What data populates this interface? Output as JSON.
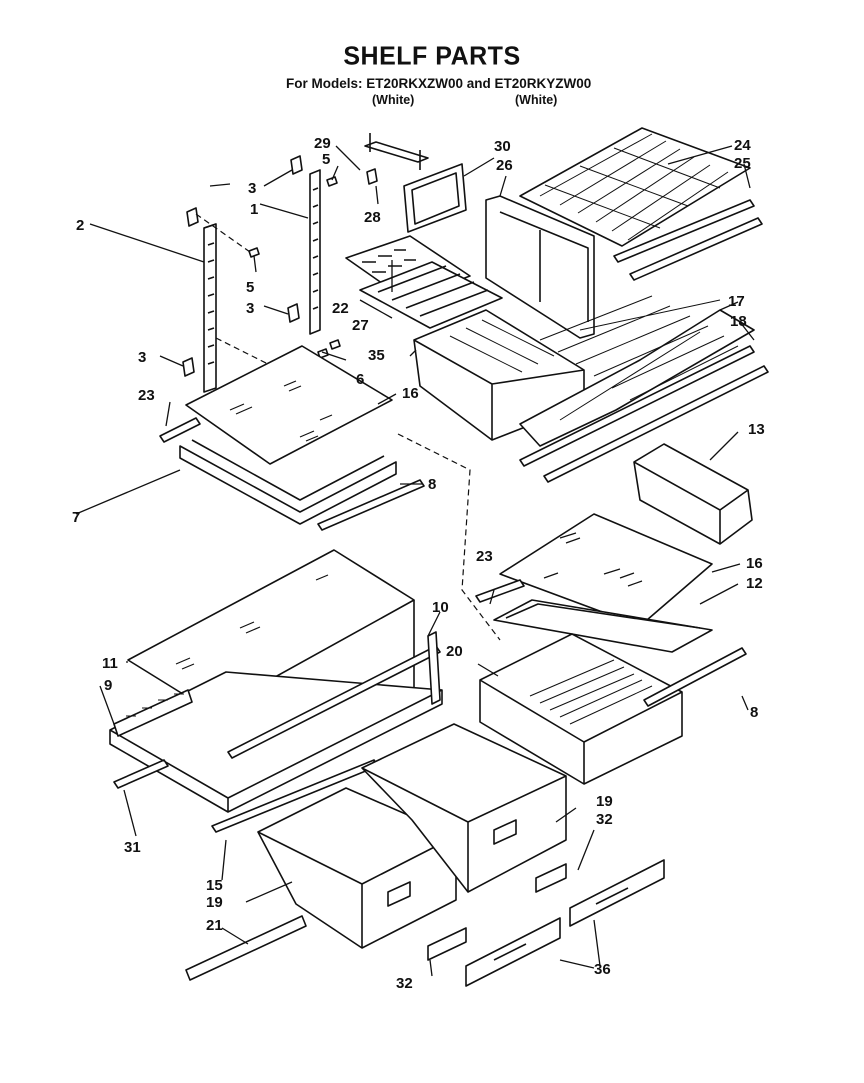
{
  "title": "SHELF PARTS",
  "subtitle": "For Models: ET20RKXZW00 and ET20RKYZW00",
  "color_left": "(White)",
  "color_right": "(White)",
  "part_labels": {
    "p1": "1",
    "p2": "2",
    "p3a": "3",
    "p3b": "3",
    "p3c": "3",
    "p5a": "5",
    "p5b": "5",
    "p6": "6",
    "p7": "7",
    "p8a": "8",
    "p8b": "8",
    "p9": "9",
    "p10": "10",
    "p11": "11",
    "p12": "12",
    "p13": "13",
    "p15": "15",
    "p16a": "16",
    "p16b": "16",
    "p17": "17",
    "p18": "18",
    "p19a": "19",
    "p19b": "19",
    "p20": "20",
    "p21": "21",
    "p22": "22",
    "p23a": "23",
    "p23b": "23",
    "p24": "24",
    "p25": "25",
    "p26": "26",
    "p27": "27",
    "p28": "28",
    "p29": "29",
    "p30": "30",
    "p31": "31",
    "p32a": "32",
    "p32b": "32",
    "p35": "35",
    "p36": "36"
  }
}
